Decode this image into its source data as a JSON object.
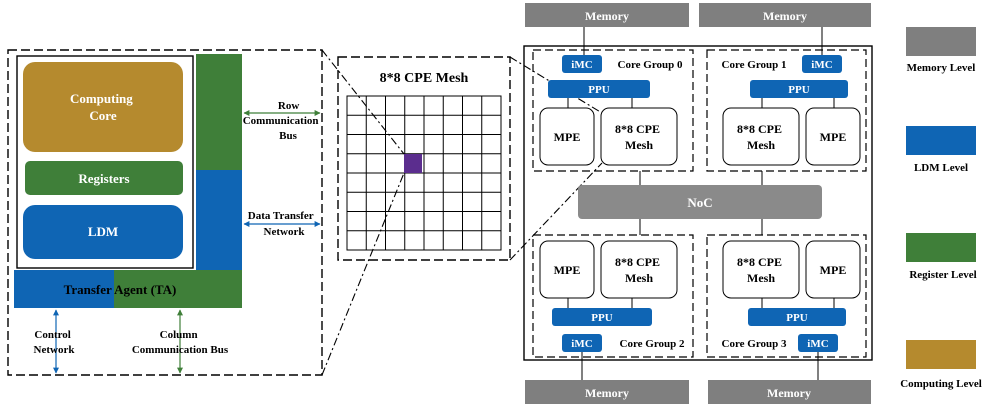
{
  "colors": {
    "memory": "#7f7f7f",
    "ldm": "#0f65b4",
    "register": "#3f7f39",
    "computing": "#b58a2e",
    "noc": "#8a8a8a",
    "cpe_highlight": "#5b2d8e"
  },
  "cpe_detail": {
    "computing_core": [
      "Computing",
      "Core"
    ],
    "registers": "Registers",
    "ldm": "LDM",
    "transfer_agent": "Transfer Agent (TA)",
    "row_bus": [
      "Row",
      "Communication",
      "Bus"
    ],
    "data_network": [
      "Data Transfer",
      "Network"
    ],
    "control_network": [
      "Control",
      "Network"
    ],
    "column_bus": [
      "Column",
      "Communication Bus"
    ]
  },
  "mesh": {
    "title": "8*8 CPE Mesh",
    "rows": 8,
    "cols": 8
  },
  "chip": {
    "memory_label": "Memory",
    "imc_label": "iMC",
    "ppu_label": "PPU",
    "mpe_label": "MPE",
    "cpe_mesh_label": [
      "8*8 CPE",
      "Mesh"
    ],
    "noc_label": "NoC",
    "core_groups": [
      "Core Group 0",
      "Core Group 1",
      "Core Group 2",
      "Core Group 3"
    ]
  },
  "legend": [
    {
      "label": "Memory Level",
      "color": "#7f7f7f"
    },
    {
      "label": "LDM Level",
      "color": "#0f65b4"
    },
    {
      "label": "Register Level",
      "color": "#3f7f39"
    },
    {
      "label": "Computing Level",
      "color": "#b58a2e"
    }
  ]
}
